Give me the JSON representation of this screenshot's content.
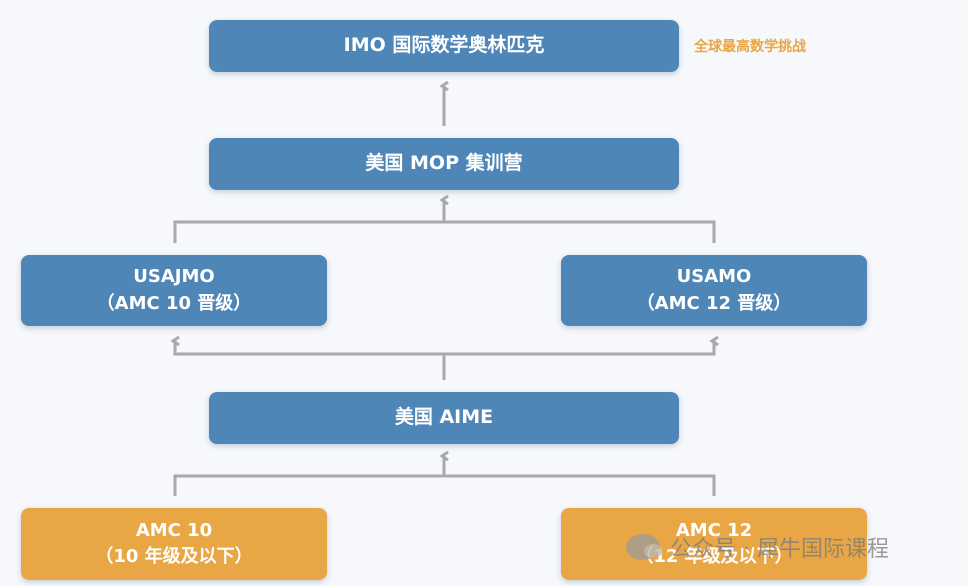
{
  "nodes": {
    "imo": {
      "label": "IMO 国际数学奥林匹克"
    },
    "imo_note": {
      "label": "全球最高数学挑战"
    },
    "mop": {
      "label": "美国 MOP 集训营"
    },
    "usajmo": {
      "line1": "USAJMO",
      "line2": "（AMC 10 晋级）"
    },
    "usamo": {
      "line1": "USAMO",
      "line2": "（AMC 12 晋级）"
    },
    "aime": {
      "label": "美国 AIME"
    },
    "amc10": {
      "line1": "AMC 10",
      "line2": "（10 年级及以下）"
    },
    "amc12": {
      "line1": "AMC 12",
      "line2": "（12 年级及以下）"
    }
  },
  "watermark": {
    "label": "公众号 · 犀牛国际课程"
  },
  "colors": {
    "box_blue": "#4f86b8",
    "box_orange": "#e9a645",
    "connector_gray": "#a9a9a9",
    "note_orange": "#e9a645"
  },
  "edges": [
    {
      "from": "amc10",
      "to": "aime"
    },
    {
      "from": "amc12",
      "to": "aime"
    },
    {
      "from": "aime",
      "to": "usajmo"
    },
    {
      "from": "aime",
      "to": "usamo"
    },
    {
      "from": "usajmo",
      "to": "mop"
    },
    {
      "from": "usamo",
      "to": "mop"
    },
    {
      "from": "mop",
      "to": "imo"
    }
  ]
}
